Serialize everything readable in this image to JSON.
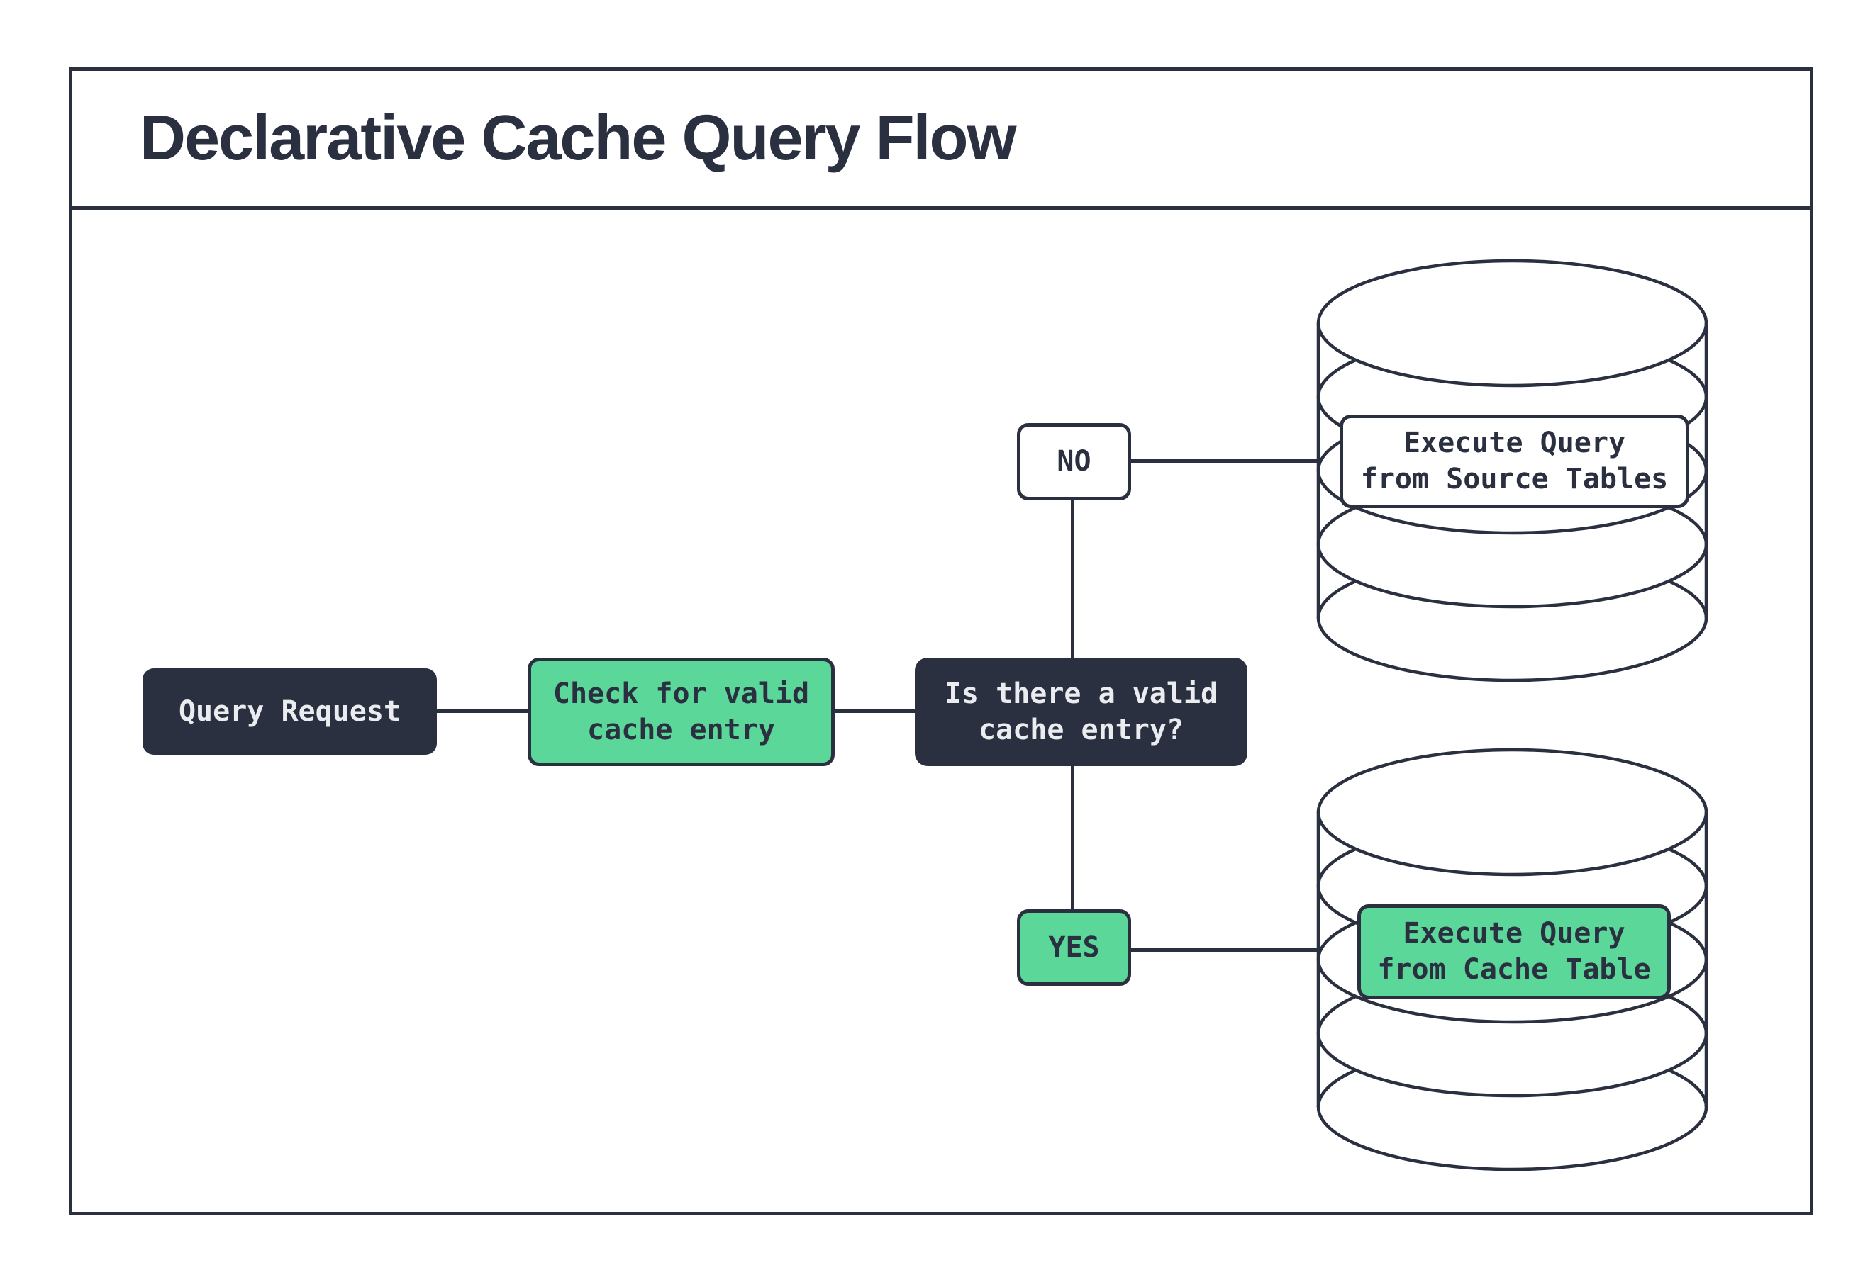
{
  "title": "Declarative Cache Query Flow",
  "colors": {
    "dark_navy": "#2a3040",
    "green": "#5cd79a",
    "light_text": "#eaecf0",
    "background": "#ffffff"
  },
  "flow": {
    "query_request": "Query Request",
    "check_cache": "Check for valid\ncache entry",
    "decision": "Is there a valid\ncache entry?",
    "branch_no": "NO",
    "branch_yes": "YES",
    "execute_source": "Execute Query\nfrom Source Tables",
    "execute_cache": "Execute Query\nfrom Cache Table"
  }
}
